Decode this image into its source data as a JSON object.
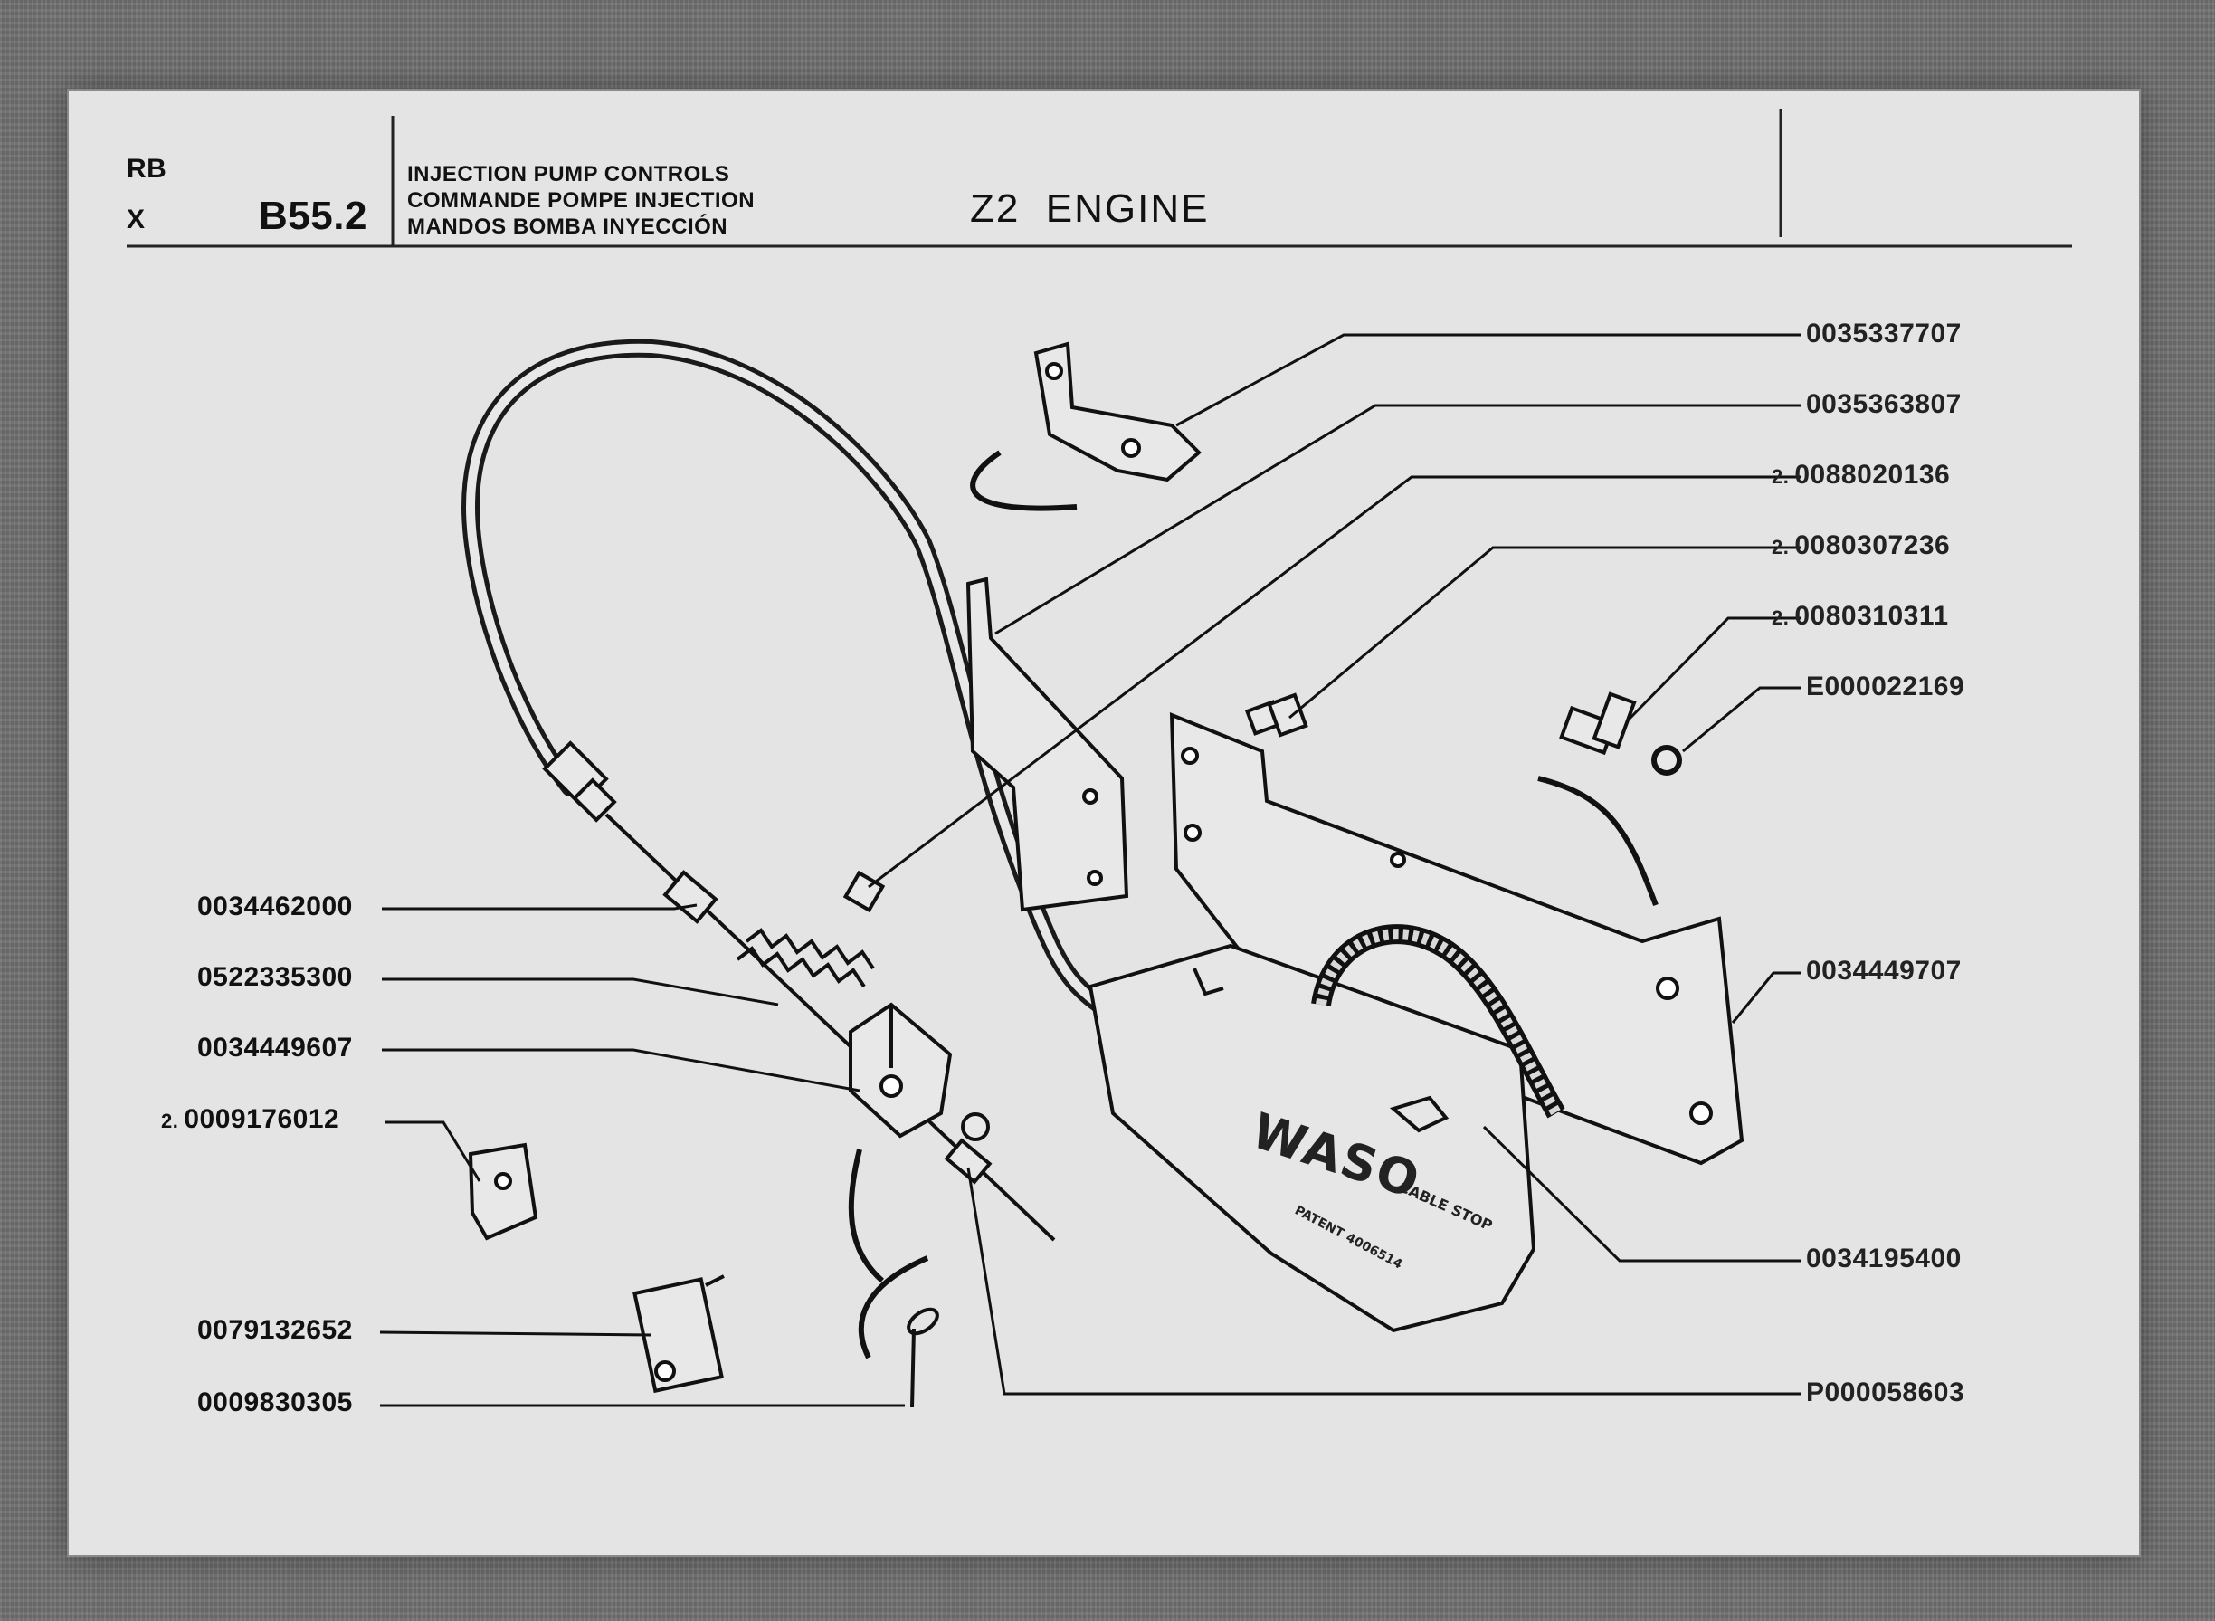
{
  "header": {
    "left_top": "RB",
    "left_bottom": "X",
    "code": "B55.2",
    "titles": [
      "INJECTION PUMP CONTROLS",
      "COMMANDE POMPE INJECTION",
      "MANDOS BOMBA INYECCIÓN"
    ],
    "engine": "Z2  ENGINE"
  },
  "parts_left": [
    {
      "qty": "",
      "part_no": "0034462000"
    },
    {
      "qty": "",
      "part_no": "0522335300"
    },
    {
      "qty": "",
      "part_no": "0034449607"
    },
    {
      "qty": "2.",
      "part_no": "0009176012"
    },
    {
      "qty": "",
      "part_no": "0079132652"
    },
    {
      "qty": "",
      "part_no": "0009830305"
    }
  ],
  "parts_right": [
    {
      "qty": "",
      "part_no": "0035337707"
    },
    {
      "qty": "",
      "part_no": "0035363807"
    },
    {
      "qty": "2.",
      "part_no": "0088020136"
    },
    {
      "qty": "2.",
      "part_no": "0080307236"
    },
    {
      "qty": "2.",
      "part_no": "0080310311"
    },
    {
      "qty": "",
      "part_no": "E000022169"
    },
    {
      "qty": "",
      "part_no": "0034449707"
    },
    {
      "qty": "",
      "part_no": "0034195400"
    },
    {
      "qty": "",
      "part_no": "P000058603"
    }
  ],
  "housing_marking": {
    "brand": "WASO",
    "line1": "CABLE STOP",
    "line2": "PATENT 4006514"
  }
}
